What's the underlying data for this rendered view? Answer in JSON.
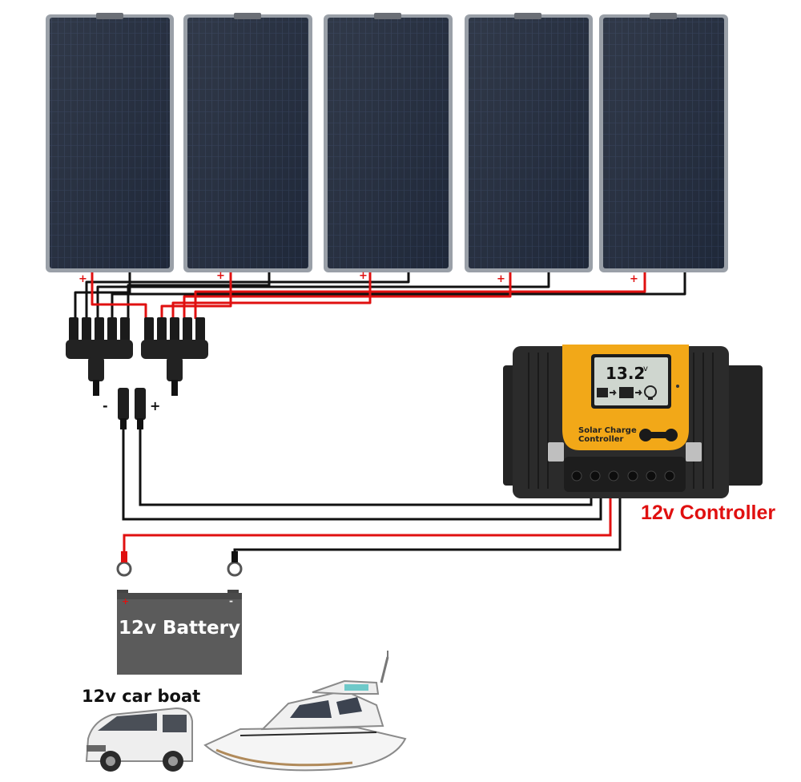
{
  "panels": {
    "count": 5,
    "polarity_plus": "+"
  },
  "branch": {
    "minus": "-",
    "plus": "+"
  },
  "controller": {
    "label": "12v Controller",
    "display_value": "13.2",
    "display_unit": "v",
    "face_line1": "Solar Charge",
    "face_line2": "Controller"
  },
  "battery": {
    "label": "12v Battery",
    "terminal_plus": "+",
    "terminal_minus": "-"
  },
  "loads": {
    "label": "12v car boat"
  },
  "colors": {
    "panel": "#1e2638",
    "panel_frame": "#8a8e96",
    "wire_positive": "#e01010",
    "wire_negative": "#111111",
    "controller_accent": "#f2a818",
    "controller_body": "#2a2a2a",
    "battery_body": "#5a5a5a",
    "label_red": "#e01010"
  }
}
